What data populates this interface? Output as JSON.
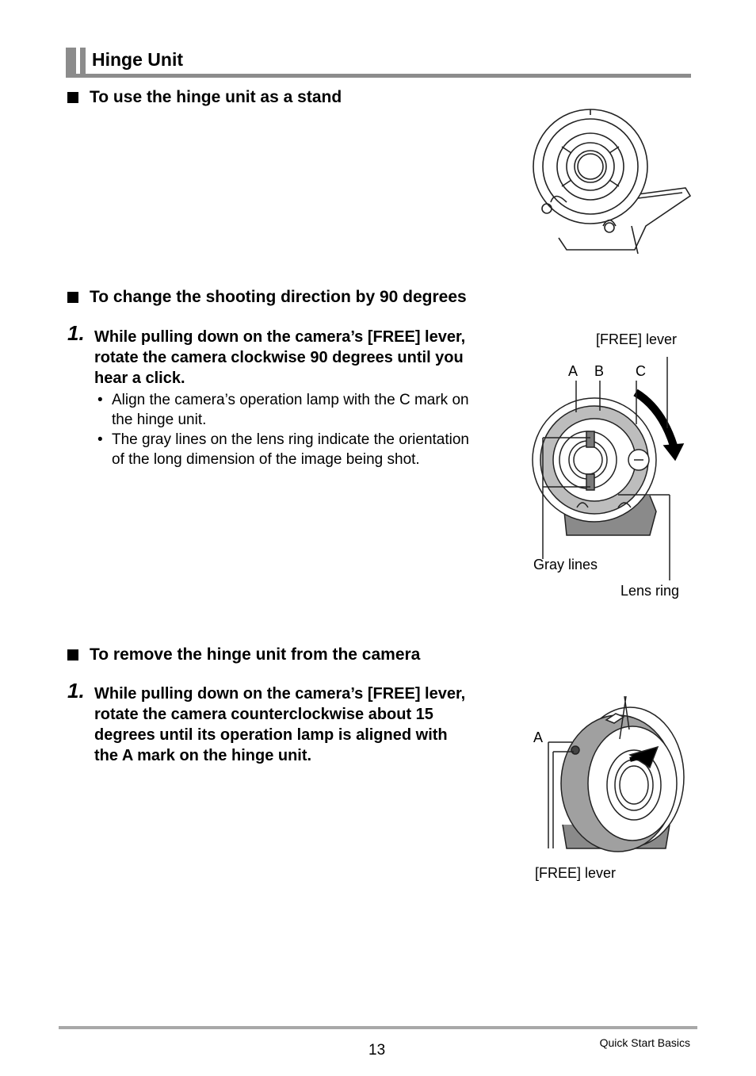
{
  "heading": "Hinge Unit",
  "sections": [
    {
      "title": "To use the hinge unit as a stand"
    },
    {
      "title": "To change the shooting direction by 90 degrees",
      "step_number": "1.",
      "step_text": "While pulling down on the camera’s [FREE] lever, rotate the camera clockwise 90 degrees until you hear a click.",
      "bullets": [
        "Align the camera’s operation lamp with the C mark on the hinge unit.",
        "The gray lines on the lens ring indicate the orientation of the long dimension of the image being shot."
      ],
      "labels": {
        "free_lever": "[FREE] lever",
        "a": "A",
        "b": "B",
        "c": "C",
        "gray_lines": "Gray lines",
        "lens_ring": "Lens ring"
      }
    },
    {
      "title": "To remove the hinge unit from the camera",
      "step_number": "1.",
      "step_text": "While pulling down on the camera’s [FREE] lever, rotate the camera counterclockwise about 15 degrees until its operation lamp is aligned with the A mark on the hinge unit.",
      "labels": {
        "a": "A",
        "free_lever": "[FREE] lever"
      }
    }
  ],
  "footer": {
    "page_number": "13",
    "section_name": "Quick Start Basics"
  }
}
